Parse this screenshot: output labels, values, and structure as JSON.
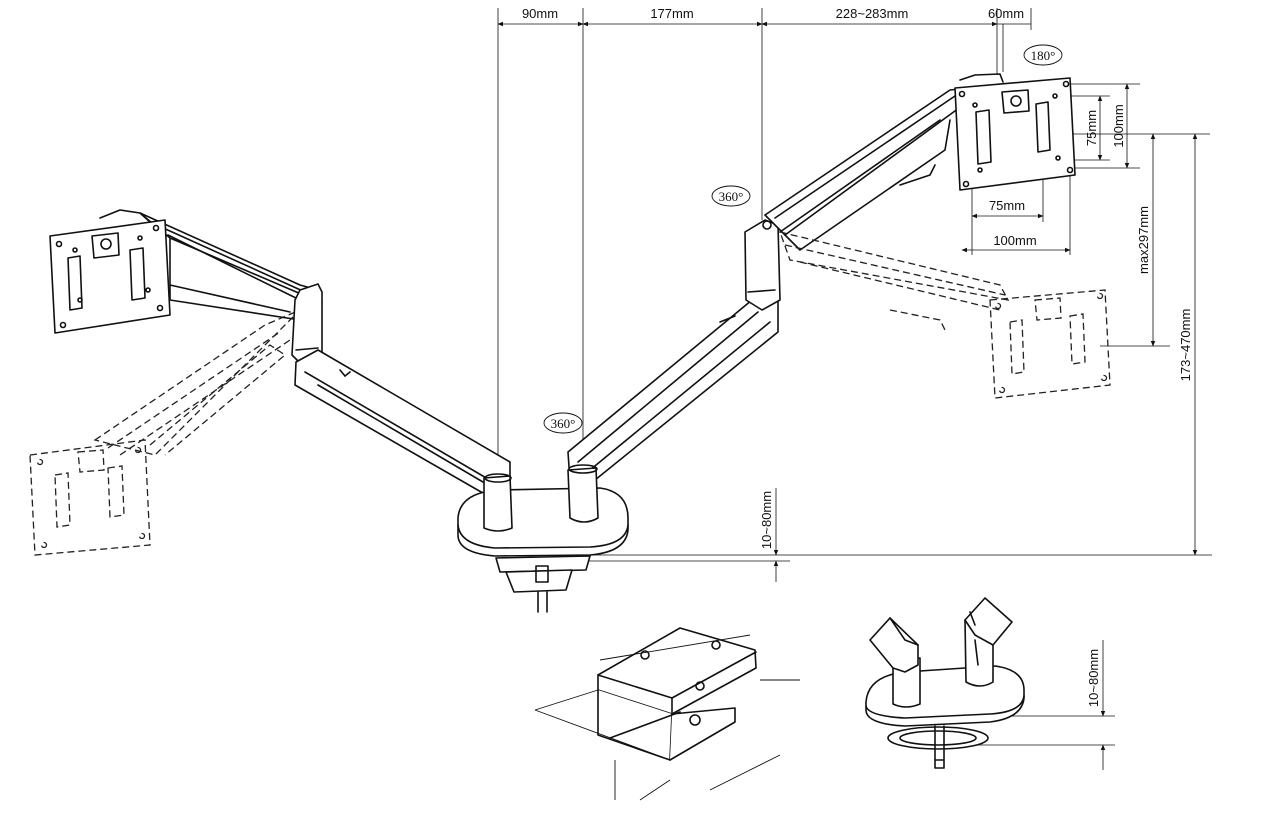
{
  "dimensions": {
    "d_90": "90mm",
    "d_177": "177mm",
    "d_228_283": "228~283mm",
    "d_60": "60mm",
    "d_75_h": "75mm",
    "d_100_h": "100mm",
    "d_75_v": "75mm",
    "d_100_v": "100mm",
    "d_max297": "max297mm",
    "d_173_470": "173~470mm",
    "d_10_80_main": "10~80mm",
    "d_10_80_detail": "10~80mm"
  },
  "rotations": {
    "r_base": "360°",
    "r_joint": "360°",
    "r_tilt": "180°"
  }
}
